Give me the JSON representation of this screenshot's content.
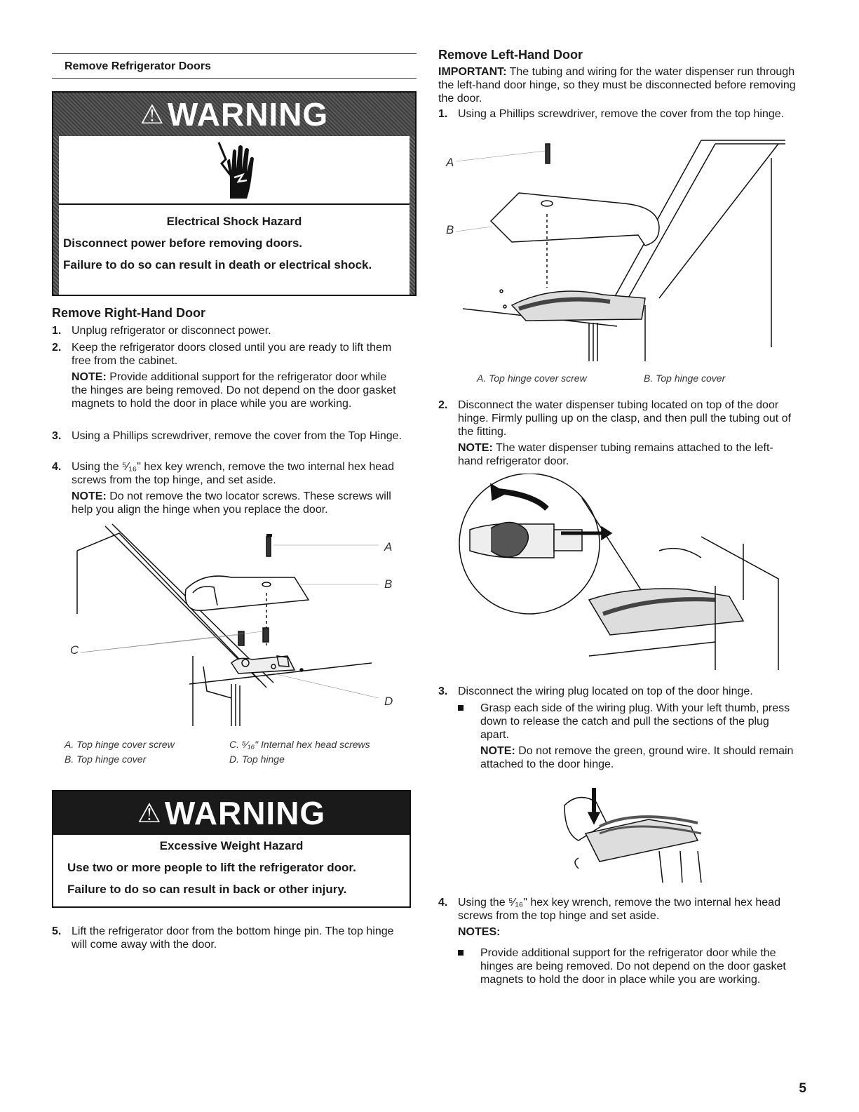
{
  "section_title": "Remove Refrigerator Doors",
  "warning1": {
    "label": "WARNING",
    "hazard": "Electrical Shock Hazard",
    "line1": "Disconnect power before removing doors.",
    "line2": "Failure to do so can result in death or electrical shock."
  },
  "right_door": {
    "heading": "Remove Right-Hand Door",
    "steps": [
      {
        "num": "1.",
        "text": "Unplug refrigerator or disconnect power."
      },
      {
        "num": "2.",
        "text": "Keep the refrigerator doors closed until you are ready to lift them free from the cabinet."
      },
      {
        "num": "3.",
        "text": "Using a Phillips screwdriver, remove the cover from the Top Hinge."
      },
      {
        "num": "4.",
        "text": "Using the ⁵⁄₁₆\" hex key wrench, remove the two internal hex head screws from the top hinge, and set aside."
      },
      {
        "num": "5.",
        "text": "Lift the refrigerator door from the bottom hinge pin. The top hinge will come away with the door."
      }
    ],
    "note2_label": "NOTE:",
    "note2_text": " Provide additional support for the refrigerator door while the hinges are being removed. Do not depend on the door gasket magnets to hold the door in place while you are working.",
    "note4_label": "NOTE:",
    "note4_text": " Do not remove the two locator screws. These screws will help you align the hinge when you replace the door.",
    "figure_letters": [
      "A",
      "B",
      "C",
      "D"
    ],
    "captions": [
      "A. Top hinge cover screw",
      "C. ⁵⁄₁₆\" Internal hex head screws",
      "B. Top hinge cover",
      "D. Top hinge"
    ]
  },
  "warning2": {
    "label": "WARNING",
    "hazard": "Excessive Weight Hazard",
    "line1": "Use two or more people to lift the refrigerator door.",
    "line2": "Failure to do so can result in back or other injury."
  },
  "left_door": {
    "heading": "Remove Left-Hand Door",
    "important_label": "IMPORTANT:",
    "important_text": " The tubing and wiring for the water dispenser run through the left-hand door hinge, so they must be disconnected before removing the door.",
    "steps": [
      {
        "num": "1.",
        "text": "Using a Phillips screwdriver, remove the cover from the top hinge."
      },
      {
        "num": "2.",
        "text": "Disconnect the water dispenser tubing located on top of the door hinge. Firmly pulling up on the clasp, and then pull the tubing out of the fitting."
      },
      {
        "num": "3.",
        "text": "Disconnect the wiring plug located on top of the door hinge."
      },
      {
        "num": "4.",
        "text": "Using the ⁵⁄₁₆\" hex key wrench, remove the two internal hex head screws from the top hinge and set aside."
      }
    ],
    "note2_label": "NOTE:",
    "note2_text": " The water dispenser tubing remains attached to the left-hand refrigerator door.",
    "bullet3": "Grasp each side of the wiring plug. With your left thumb, press down to release the catch and pull the sections of the plug apart.",
    "note3_label": "NOTE:",
    "note3_text": " Do not remove the green, ground wire. It should remain attached to the door hinge.",
    "notes_label": "NOTES:",
    "bullet4": "Provide additional support for the refrigerator door while the hinges are being removed. Do not depend on the door gasket magnets to hold the door in place while you are working.",
    "figure_letters": [
      "A",
      "B"
    ],
    "captions": [
      "A. Top hinge cover screw",
      "B. Top hinge cover"
    ]
  },
  "page_number": "5"
}
